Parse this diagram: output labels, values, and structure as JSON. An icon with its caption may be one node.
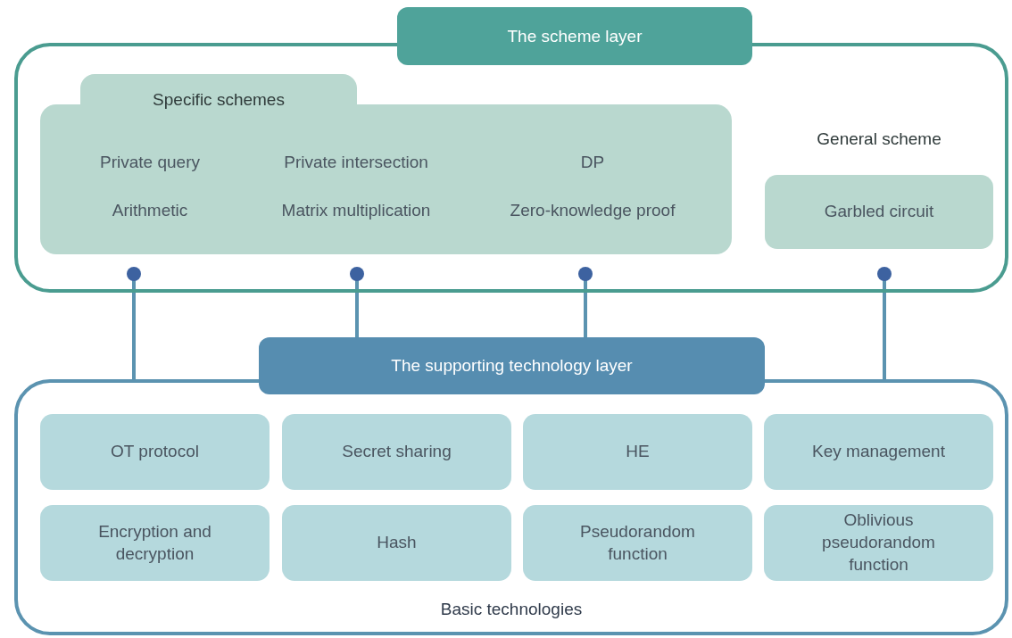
{
  "diagram": {
    "nodes": [
      {
        "text": [
          "The scheme layer"
        ]
      },
      {
        "text": [
          "Specific schemes",
          "Private query",
          "Private intersection",
          "DP",
          "Arithmetic",
          "Matrix multiplication",
          "Zero-knowledge proof"
        ],
        "in": 0
      },
      {
        "text": [
          "Garbled circuit"
        ],
        "in": 0,
        "beside": [
          "General scheme"
        ]
      },
      {
        "text": [
          "The supporting technology layer",
          "Basic technologies"
        ]
      },
      {
        "text": [
          "OT protocol"
        ],
        "in": 3
      },
      {
        "text": [
          "Secret sharing"
        ],
        "in": 3
      },
      {
        "text": [
          "HE"
        ],
        "in": 3
      },
      {
        "text": [
          "Key management"
        ],
        "in": 3
      },
      {
        "text": [
          "Encryption and decryption"
        ],
        "in": 3
      },
      {
        "text": [
          "Hash"
        ],
        "in": 3
      },
      {
        "text": [
          "Pseudorandom function"
        ],
        "in": 3
      },
      {
        "text": [
          "Oblivious pseudorandom function"
        ],
        "in": 3
      }
    ],
    "edges": [
      {
        "from": 0,
        "to": 3,
        "arrow": "other"
      },
      {
        "from": 0,
        "to": 3,
        "arrow": "other"
      },
      {
        "from": 0,
        "to": 3,
        "arrow": "other"
      },
      {
        "from": 0,
        "to": 3,
        "arrow": "other"
      }
    ]
  }
}
